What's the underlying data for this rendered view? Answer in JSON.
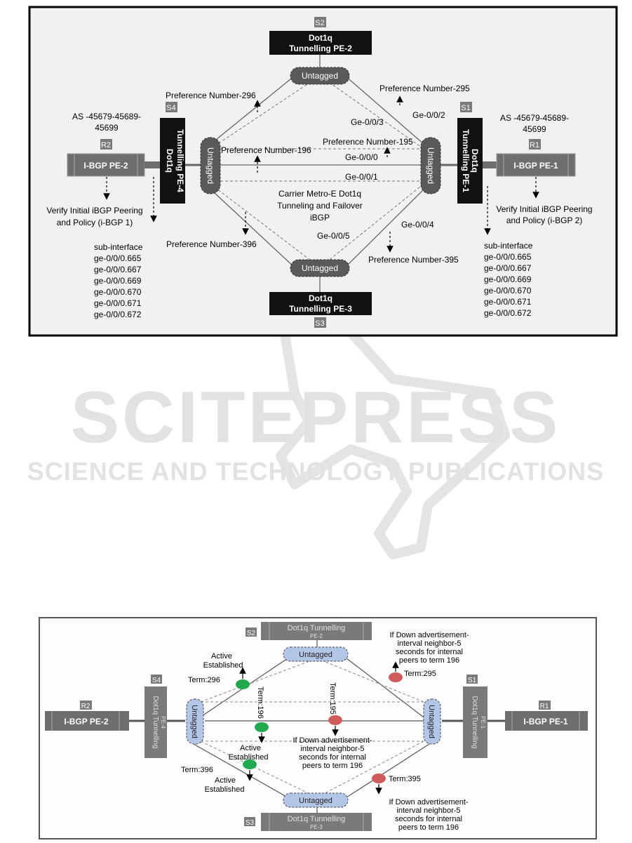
{
  "colors": {
    "panel_bg": "#f1f1f1",
    "frame": "#000000",
    "dark_box": "#111111",
    "device_box": "#6e6e6e",
    "grey_label": "#7a7a7a",
    "untagged_dark": "#5a5a5a",
    "untagged_light": "#b4c6e7",
    "green_dot": "#22a94d",
    "red_dot": "#cf5b5b",
    "watermark": "#e2e2e2"
  },
  "top": {
    "s2": {
      "tag": "S2",
      "line1": "Dot1q",
      "line2": "Tunnelling PE-2"
    },
    "s3": {
      "tag": "S3",
      "line1": "Dot1q",
      "line2": "Tunnelling PE-3"
    },
    "s4": {
      "tag": "S4",
      "line1": "Dot1q",
      "line2": "Tunnelling PE-4"
    },
    "s1": {
      "tag": "S1",
      "line1": "Dot1q",
      "line2": "Tunnelling PE-1"
    },
    "r2": {
      "tag": "R2",
      "label": "I-BGP PE-2"
    },
    "r1": {
      "tag": "R1",
      "label": "I-BGP PE-1"
    },
    "untagged": "Untagged",
    "as_left_1": "AS -45679-45689-",
    "as_left_2": "45699",
    "as_right_1": "AS -45679-45689-",
    "as_right_2": "45699",
    "verify_left_1": "Verify Initial iBGP Peering",
    "verify_left_2": "and Policy (i-BGP 1)",
    "verify_right_1": "Verify Initial iBGP Peering",
    "verify_right_2": "and Policy (i-BGP 2)",
    "pref_296": "Preference Number-296",
    "pref_295": "Preference Number-295",
    "pref_196": "Preference Number-196",
    "pref_195": "Preference Number-195",
    "pref_396": "Preference Number-396",
    "pref_395": "Preference Number-395",
    "ge_002": "Ge-0/0/2",
    "ge_003": "Ge-0/0/3",
    "ge_000": "Ge-0/0/0",
    "ge_001": "Ge-0/0/1",
    "ge_004": "Ge-0/0/4",
    "ge_005": "Ge-0/0/5",
    "center_1": "Carrier Metro-E Dot1q",
    "center_2": "Tunneling and Failover",
    "center_3": "iBGP",
    "sub_left": [
      "sub-interface",
      "ge-0/0/0.665",
      "ge-0/0/0.667",
      "ge-0/0/0.669",
      "ge-0/0/0.670",
      "ge-0/0/0.671",
      "ge-0/0/0.672"
    ],
    "sub_right": [
      "sub-interface",
      "ge-0/0/0.665",
      "ge-0/0/0.667",
      "ge-0/0/0.669",
      "ge-0/0/0.670",
      "ge-0/0/0.671",
      "ge-0/0/0.672"
    ]
  },
  "watermark": {
    "big": "SCITEPRESS",
    "small": "SCIENCE AND TECHNOLOGY PUBLICATIONS"
  },
  "bottom": {
    "s2": {
      "tag": "S2",
      "label": "Dot1q Tunnelling",
      "sub": "PE-2"
    },
    "s3": {
      "tag": "S3",
      "label": "Dot1q Tunnelling",
      "sub": "PE-3"
    },
    "s4": {
      "tag": "S4",
      "label": "Dot1q Tunnelling",
      "sub": "PE-4"
    },
    "s1": {
      "tag": "S1",
      "label": "Dot1q Tunnelling",
      "sub": "PE-1"
    },
    "r2": {
      "tag": "R2",
      "label": "I-BGP PE-2"
    },
    "r1": {
      "tag": "R1",
      "label": "I-BGP PE-1"
    },
    "untagged": "Untagged",
    "active_1": "Active",
    "established": "Established",
    "term_296": "Term:296",
    "term_295": "Term:295",
    "term_196": "Term:196",
    "term_195": "Term:195",
    "term_396": "Term:396",
    "term_395": "Term:395",
    "if_down_top": [
      "If Down advertisement-",
      "interval neighbor-5",
      "seconds for internal",
      "peers to term 196"
    ],
    "if_down_mid": [
      "If Down advertisement-",
      "interval neighbor-5",
      "seconds for internal",
      "peers to term 196"
    ],
    "if_down_bot": [
      "If Down advertisement-",
      "interval neighbor-5",
      "seconds for internal",
      "peers to term 196"
    ]
  }
}
